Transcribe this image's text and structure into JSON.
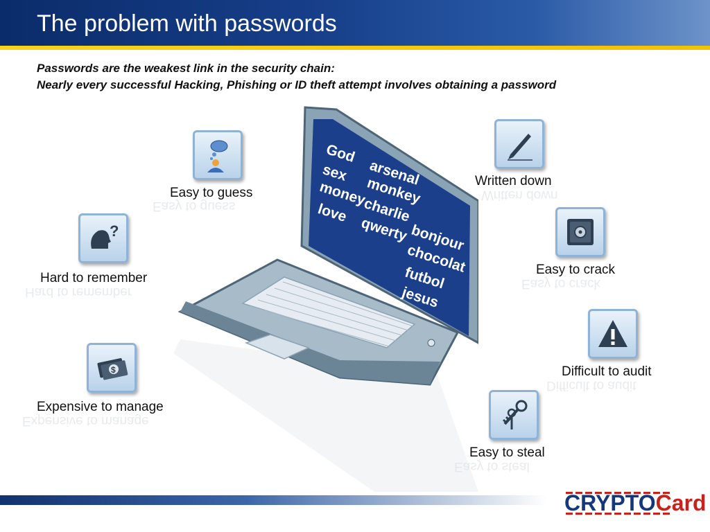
{
  "slide": {
    "title": "The problem with passwords",
    "subtitle_line1": "Passwords are the weakest link in the security chain:",
    "subtitle_line2": "Nearly every successful Hacking, Phishing or ID theft attempt involves obtaining a password"
  },
  "problems": {
    "easy_to_guess": "Easy to guess",
    "hard_to_remember": "Hard to remember",
    "expensive_to_manage": "Expensive to manage",
    "written_down": "Written down",
    "easy_to_crack": "Easy to crack",
    "difficult_to_audit": "Difficult to audit",
    "easy_to_steal": "Easy to steal"
  },
  "screen_words": {
    "col1": [
      "God",
      "sex",
      "money",
      "love"
    ],
    "col2": [
      "arsenal",
      "monkey",
      "charlie",
      "qwerty"
    ],
    "col3": [
      "bonjour",
      "chocolat",
      "futbol",
      "jesus"
    ]
  },
  "icons": {
    "easy_to_guess": "thought-bubble-person-icon",
    "hard_to_remember": "head-question-icon",
    "expensive_to_manage": "money-icon",
    "written_down": "pen-icon",
    "easy_to_crack": "safe-icon",
    "difficult_to_audit": "warning-icon",
    "easy_to_steal": "keys-icon"
  },
  "logo": {
    "part1": "CRYPTO",
    "part2": "Card"
  },
  "colors": {
    "header": "#173f8a",
    "header_accent": "#f7d31a",
    "screen": "#1c3f8c",
    "logo_blue": "#13387d",
    "logo_red": "#c8221b"
  }
}
